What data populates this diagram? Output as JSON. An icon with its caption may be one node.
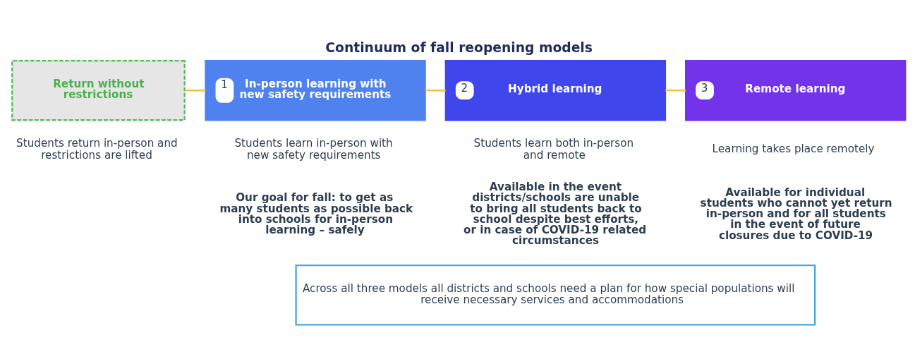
{
  "diagram": {
    "title": "Continuum of fall reopening models",
    "nodes": [
      {
        "text": [
          "Return without restrictions"
        ],
        "beside": [
          "Students return in-person and restrictions are lifted"
        ]
      },
      {
        "text": [
          "1",
          "In-person learning with new safety requirements"
        ],
        "beside": [
          "Students learn in-person with new safety requirements",
          "Our goal for fall: to get as many students as possible back into schools for in-person learning – safely"
        ]
      },
      {
        "text": [
          "2",
          "Hybrid learning"
        ],
        "beside": [
          "Students learn both in-person and remote",
          "Available in the event districts/schools are unable to bring all students back to school despite best efforts, or in case of COVID-19 related circumstances"
        ]
      },
      {
        "text": [
          "3",
          "Remote learning"
        ],
        "beside": [
          "Learning takes place remotely",
          "Available for individual students who cannot yet return in-person and for all students in the event of future closures due to COVID-19"
        ]
      },
      {
        "text": [
          "Across all three models all districts and schools need a plan for how special populations will receive necessary services and accommodations"
        ]
      }
    ],
    "edges": [
      {
        "from": 0,
        "to": 1,
        "arrow": "none"
      },
      {
        "from": 1,
        "to": 2,
        "arrow": "none"
      },
      {
        "from": 2,
        "to": 3,
        "arrow": "none"
      }
    ]
  }
}
